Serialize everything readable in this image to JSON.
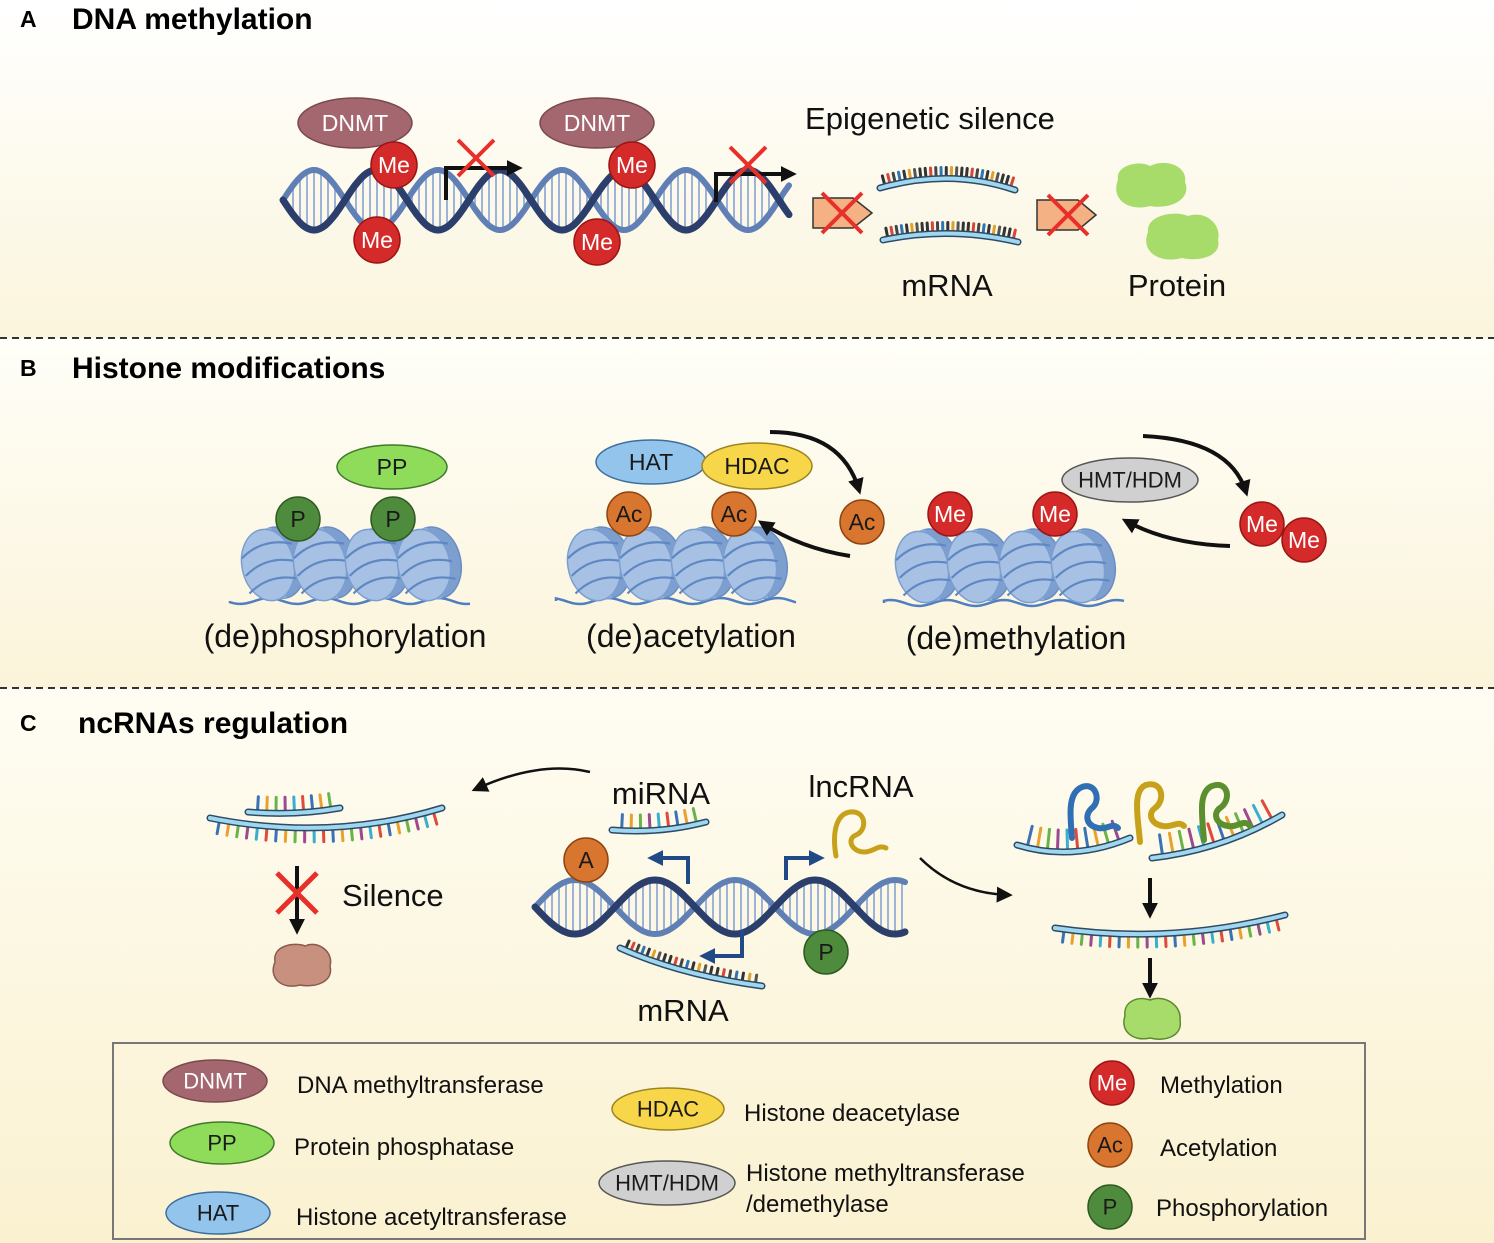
{
  "colors": {
    "dnmt": "#a4676f",
    "phosphatase": "#8fdc5b",
    "hat": "#92c4ec",
    "hdac": "#f8d64a",
    "hmt_hdm": "#d0d0d0",
    "methylation": "#d42a2a",
    "acetylation": "#d8752f",
    "phosphorylation": "#4f8b3c",
    "inhibition_cross": "#e8302a",
    "dna": "#2c3e6c",
    "nucleosome": "#a7c1e4",
    "protein_active": "#a8dc6a",
    "protein_silenced": "#c8907f",
    "blocked_arrow": "#f4b183",
    "transcription_arrow": "#1f4a85"
  },
  "panel_a": {
    "letter": "A",
    "title": "DNA methylation",
    "enzyme": "DNMT",
    "mark": "Me",
    "silence_label": "Epigenetic silence",
    "mrna_label": "mRNA",
    "protein_label": "Protein"
  },
  "panel_b": {
    "letter": "B",
    "title": "Histone modifications",
    "phosphatase": "PP",
    "phospho_mark": "P",
    "phospho_caption": "(de)phosphorylation",
    "hat": "HAT",
    "hdac": "HDAC",
    "acetyl_mark": "Ac",
    "acetyl_caption": "(de)acetylation",
    "hmt": "HMT/HDM",
    "methyl_mark": "Me",
    "methyl_caption": "(de)methylation"
  },
  "panel_c": {
    "letter": "C",
    "title": "ncRNAs regulation",
    "silence_label": "Silence",
    "mirna_label": "miRNA",
    "lncrna_label": "lncRNA",
    "a_mark": "A",
    "p_mark": "P",
    "mrna_label": "mRNA"
  },
  "legend": {
    "dnmt": {
      "badge": "DNMT",
      "text": "DNA methyltransferase"
    },
    "pp": {
      "badge": "PP",
      "text": "Protein phosphatase"
    },
    "hat": {
      "badge": "HAT",
      "text": "Histone acetyltransferase"
    },
    "hdac": {
      "badge": "HDAC",
      "text": "Histone deacetylase"
    },
    "hmt": {
      "badge": "HMT/HDM",
      "text_line1": "Histone methyltransferase",
      "text_line2": "/demethylase"
    },
    "me": {
      "badge": "Me",
      "text": "Methylation"
    },
    "ac": {
      "badge": "Ac",
      "text": "Acetylation"
    },
    "p": {
      "badge": "P",
      "text": "Phosphorylation"
    }
  }
}
